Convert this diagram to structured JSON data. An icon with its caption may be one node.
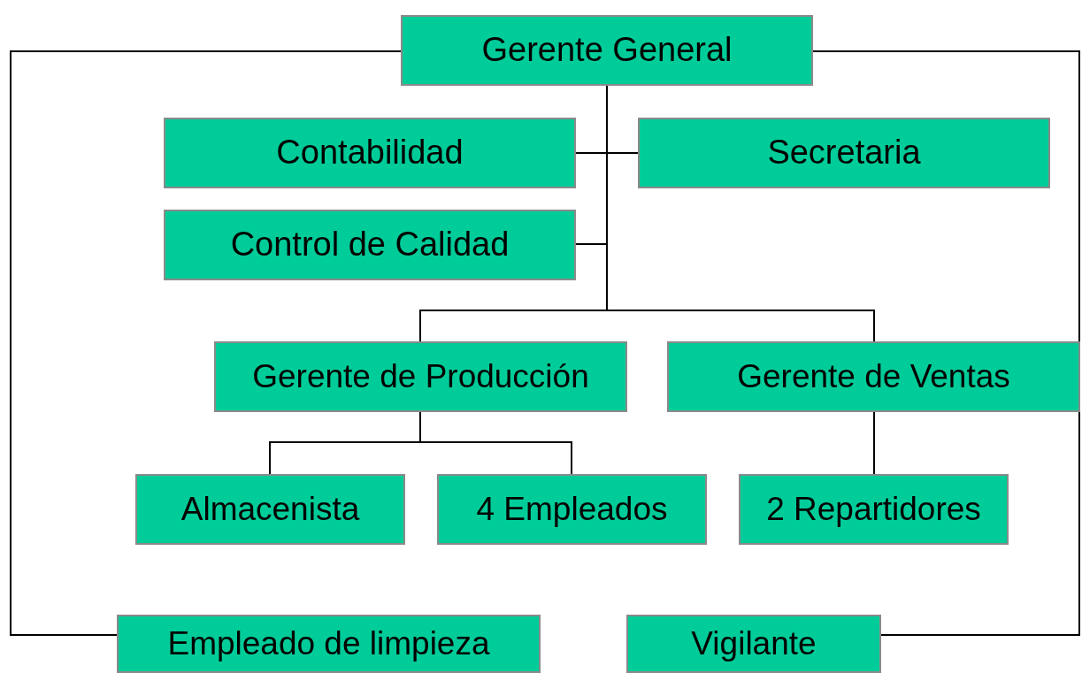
{
  "diagram": {
    "nodes": [
      {
        "text": [
          "Gerente General"
        ]
      },
      {
        "text": [
          "Contabilidad"
        ]
      },
      {
        "text": [
          "Secretaria"
        ]
      },
      {
        "text": [
          "Control de Calidad"
        ]
      },
      {
        "text": [
          "Gerente de Producción"
        ]
      },
      {
        "text": [
          "Gerente de Ventas"
        ]
      },
      {
        "text": [
          "Almacenista"
        ]
      },
      {
        "text": [
          "4 Empleados"
        ]
      },
      {
        "text": [
          "2 Repartidores"
        ]
      },
      {
        "text": [
          "Empleado de limpieza"
        ]
      },
      {
        "text": [
          "Vigilante"
        ]
      }
    ],
    "edges": [
      {
        "from": 0,
        "to": 1,
        "arrow": "none"
      },
      {
        "from": 0,
        "to": 2,
        "arrow": "none"
      },
      {
        "from": 0,
        "to": 3,
        "arrow": "none"
      },
      {
        "from": 0,
        "to": 4,
        "arrow": "none"
      },
      {
        "from": 0,
        "to": 5,
        "arrow": "none"
      },
      {
        "from": 4,
        "to": 6,
        "arrow": "none"
      },
      {
        "from": 4,
        "to": 7,
        "arrow": "none"
      },
      {
        "from": 5,
        "to": 8,
        "arrow": "none"
      },
      {
        "from": 0,
        "to": 9,
        "arrow": "none"
      },
      {
        "from": 0,
        "to": 10,
        "arrow": "none"
      }
    ]
  }
}
